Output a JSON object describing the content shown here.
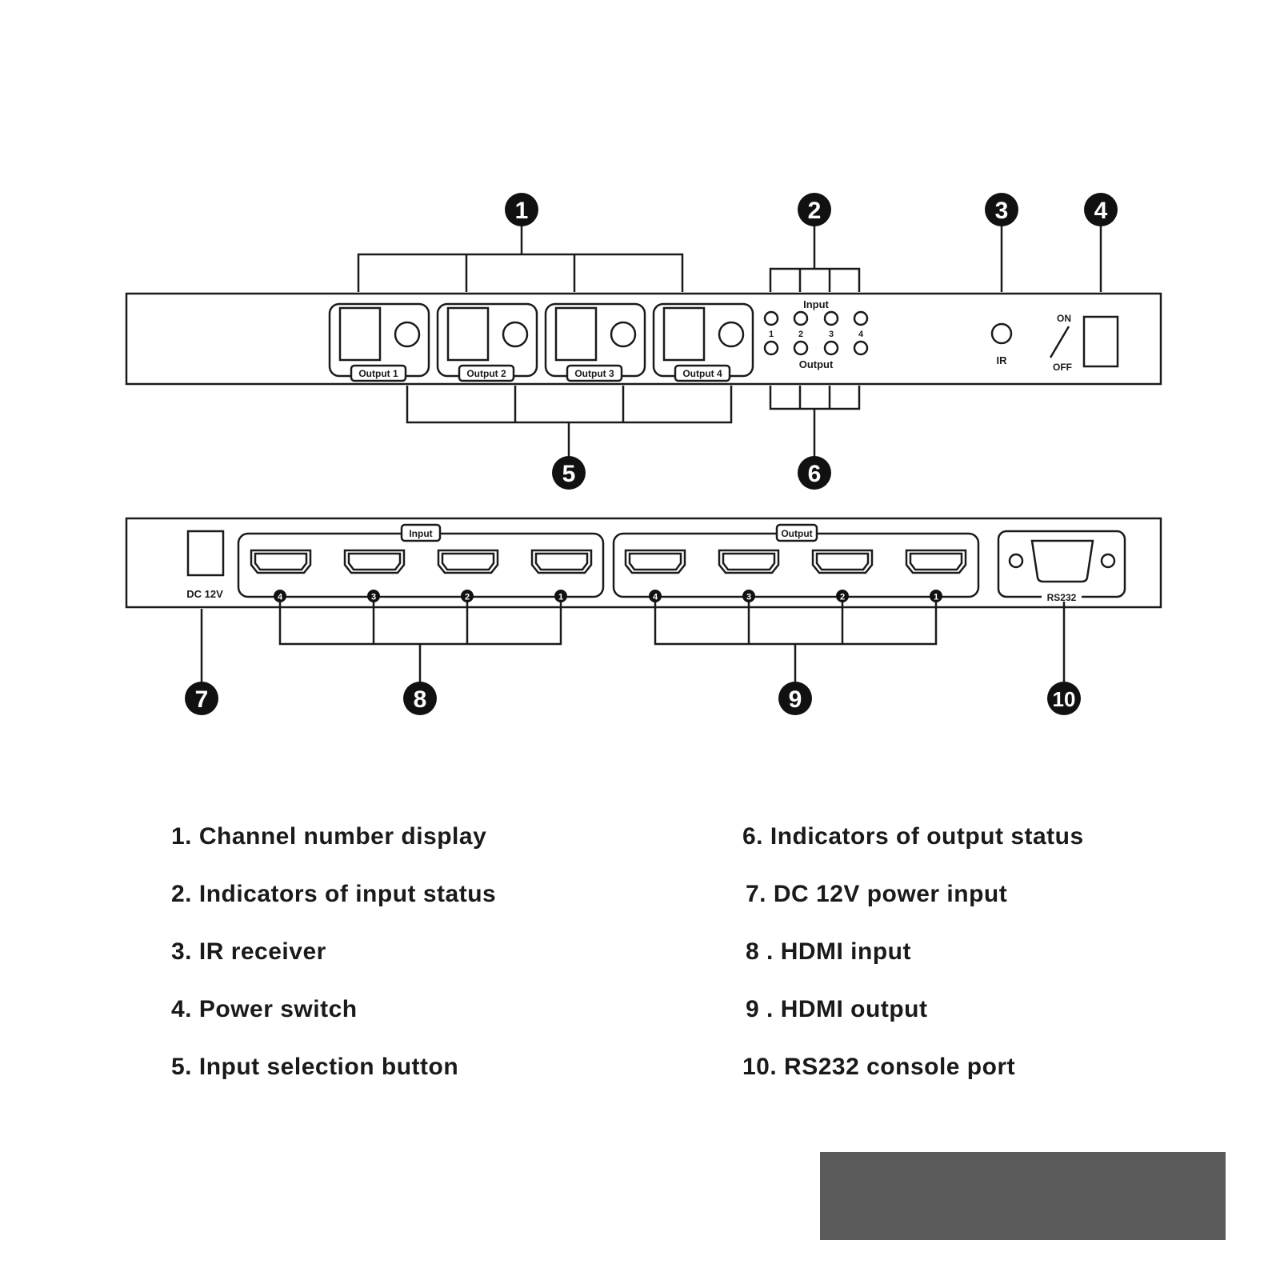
{
  "colors": {
    "line": "#1a1a1a",
    "badge": "#111111",
    "badge_text": "#ffffff",
    "panel_fill": "#ffffff",
    "gray_block": "#5a5a5a"
  },
  "callouts": [
    "1",
    "2",
    "3",
    "4",
    "5",
    "6",
    "7",
    "8",
    "9",
    "10"
  ],
  "front_panel": {
    "outputs": [
      "Output 1",
      "Output 2",
      "Output 3",
      "Output 4"
    ],
    "led_input_label": "Input",
    "led_output_label": "Output",
    "led_numbers": [
      "1",
      "2",
      "3",
      "4"
    ],
    "ir_label": "IR",
    "switch_on": "ON",
    "switch_off": "OFF"
  },
  "rear_panel": {
    "dc_label": "DC 12V",
    "input_group": "Input",
    "output_group": "Output",
    "port_numbers": [
      "4",
      "3",
      "2",
      "1"
    ],
    "rs232_label": "RS232"
  },
  "legend": {
    "left": [
      "1. Channel number display",
      "2. Indicators of input status",
      "3. IR receiver",
      "4. Power switch",
      "5. Input selection button"
    ],
    "right": [
      "6. Indicators of output status",
      "7. DC 12V power input",
      "8 . HDMI input",
      "9 . HDMI output",
      "10. RS232 console port"
    ]
  }
}
